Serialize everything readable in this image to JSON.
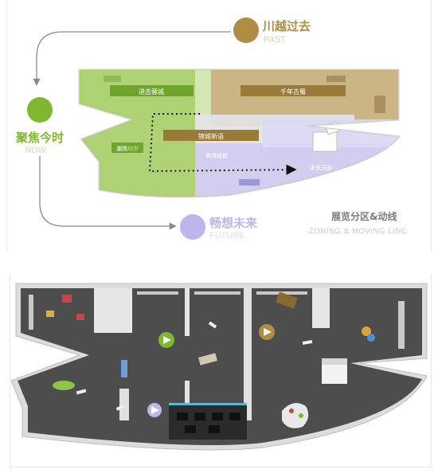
{
  "legend": {
    "past": {
      "cn": "川越过去",
      "en": "PAST",
      "color": "#b08d44"
    },
    "now": {
      "cn": "聚焦今时",
      "en": "NOW",
      "color": "#7fb82f"
    },
    "future": {
      "cn": "畅想未来",
      "en": "FUTURE",
      "color": "#bdb6ec"
    }
  },
  "section": {
    "cn": "展览分区&动线",
    "en": "ZONING & MOVING LINE"
  },
  "zones": {
    "jinjiao_rongcheng": "进击蓉城",
    "qiannian_gushu": "千年古蜀",
    "jincheng_xinyu": "锦城新语",
    "chaopai_chuanshao": "潮牌川少",
    "saibo_chengdu": "赛博成都",
    "weilai_tianfu": "未来天府"
  },
  "colors": {
    "green": "#7fb82f",
    "green_dark": "#5f9a2a",
    "gold": "#b08d44",
    "gold_dark": "#9a7a38",
    "purple": "#bdb6ec",
    "floor": "#4c4c4c",
    "wall": "#e2e2e2"
  }
}
